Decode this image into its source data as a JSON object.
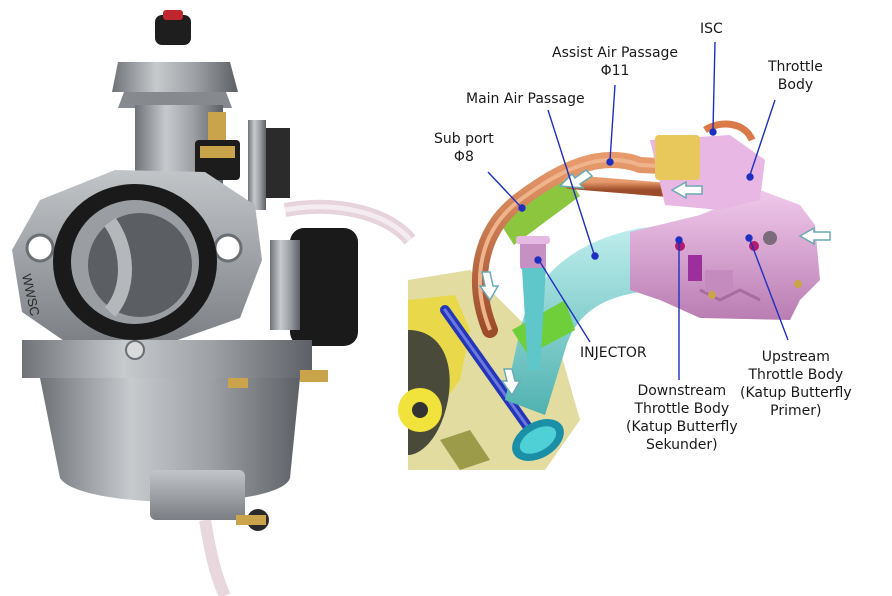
{
  "labels": {
    "isc": "ISC",
    "throttle_body": [
      "Throttle",
      "Body"
    ],
    "assist_air": [
      "Assist Air Passage",
      "Φ11"
    ],
    "main_air": "Main Air Passage",
    "sub_port": [
      "Sub port",
      "Φ8"
    ],
    "injector": "INJECTOR",
    "upstream": [
      "Upstream",
      "Throttle Body",
      "(Katup Butterfly",
      "Primer)"
    ],
    "downstream": [
      "Downstream",
      "Throttle Body",
      "(Katup Butterfly",
      "Sekunder)"
    ]
  },
  "carb_marking": "WWSC",
  "colors": {
    "leader": "#1f2fbf",
    "throttle_pink": "#d9a3d3",
    "assist_copper": "#c7683f",
    "sub_green": "#8cc63f",
    "main_cyan": "#7fd3d0",
    "carb_metal": "#a9adb1",
    "engine_yellow": "#e9d94a",
    "valve_blue": "#2436b8"
  }
}
